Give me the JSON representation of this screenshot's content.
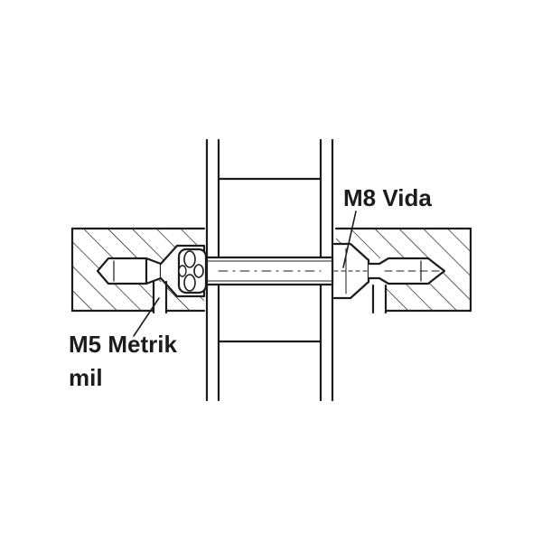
{
  "labels": {
    "screw": "M8 Vida",
    "pin_line1": "M5 Metrik",
    "pin_line2": "mil"
  },
  "colors": {
    "line": "#1c1c1c",
    "background": "#ffffff"
  }
}
